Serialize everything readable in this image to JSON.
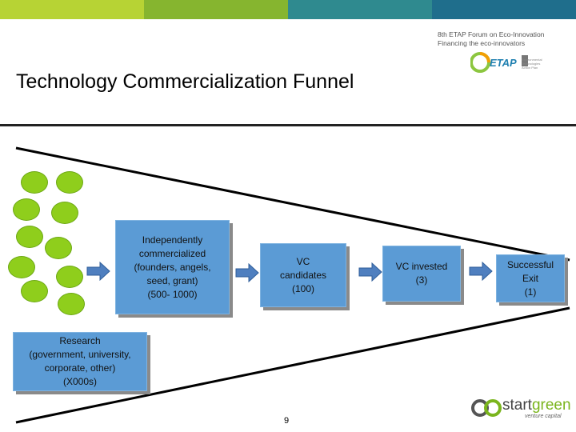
{
  "colors": {
    "topbar": [
      "#b7d334",
      "#86b52f",
      "#2f8a8f",
      "#1f6e8c"
    ],
    "box_fill": "#5b9bd5",
    "bubble_green": "#8fce1c",
    "arrow_fill": "#4f7fbf"
  },
  "header": {
    "line1": "8th ETAP Forum on Eco-Innovation",
    "line2": "Financing the eco-innovators",
    "etap_logo_text": "ETAP",
    "etap_logo_small": "Environmental Technologies Action Plan"
  },
  "slide": {
    "title": "Technology Commercialization Funnel",
    "page_number": "9"
  },
  "boxes": {
    "research": {
      "line1": "Research",
      "line2": "(government, university,",
      "line3": "corporate, other)",
      "line4": "(X000s)"
    },
    "independent": {
      "line1": "Independently",
      "line2": "commercialized",
      "line3": "(founders, angels,",
      "line4": "seed, grant)",
      "line5": "(500- 1000)"
    },
    "vc_candidates": {
      "line1": "VC",
      "line2": "candidates",
      "line3": "(100)"
    },
    "vc_invested": {
      "line1": "VC invested",
      "line2": "(3)"
    },
    "successful_exit": {
      "line1": "Successful",
      "line2": "Exit",
      "line3": "(1)"
    }
  },
  "icons": [
    "right-arrow-icon",
    "startgreen-logo-icon",
    "etap-logo-icon"
  ],
  "footer": {
    "logo_start": "start",
    "logo_green": "green",
    "logo_sub": "venture capital"
  }
}
